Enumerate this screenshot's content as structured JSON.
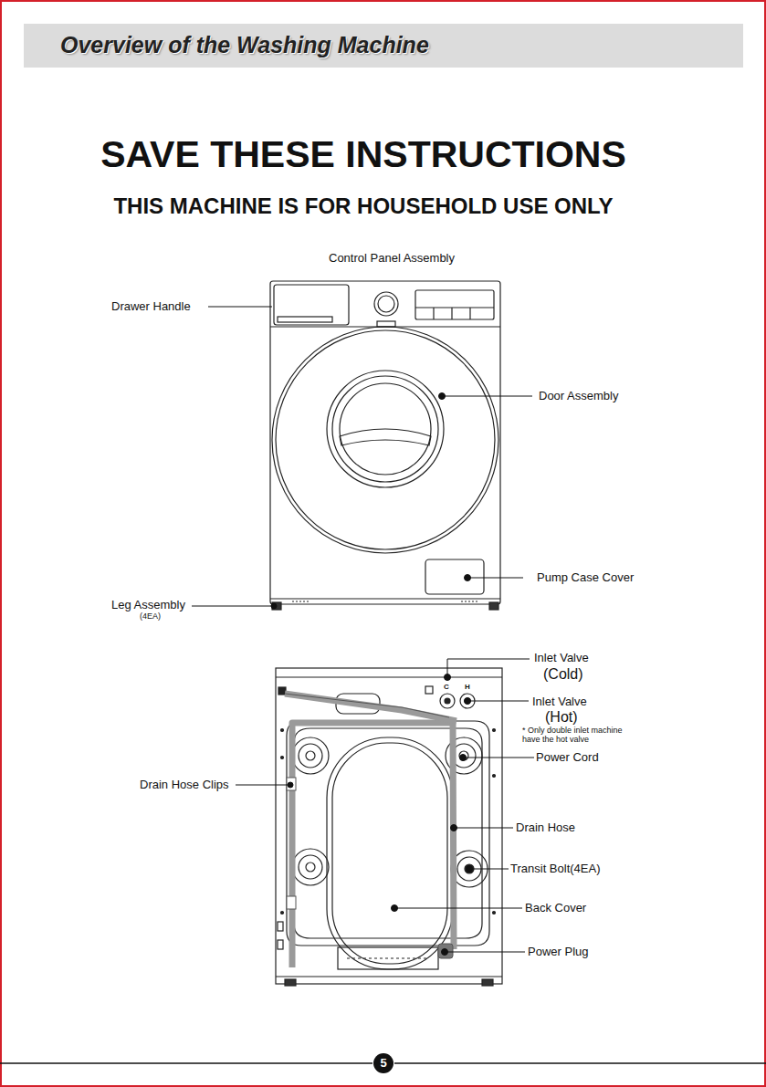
{
  "diagram": {
    "title": "Overview of the Washing Machine",
    "labels": [
      "SAVE THESE INSTRUCTIONS",
      "THIS MACHINE IS FOR HOUSEHOLD USE ONLY",
      "Control Panel Assembly",
      "Drawer Handle",
      "Door Assembly",
      "Pump Case Cover",
      "Leg Assembly",
      "(4EA)",
      "Inlet Valve",
      "(Cold)",
      "Inlet Valve",
      "(Hot)",
      "* Only double inlet machine have the hot valve",
      "C",
      "H",
      "Power Cord",
      "Drain Hose Clips",
      "Drain Hose",
      "Transit Bolt(4EA)",
      "Back Cover",
      "Power Plug",
      "5"
    ]
  }
}
